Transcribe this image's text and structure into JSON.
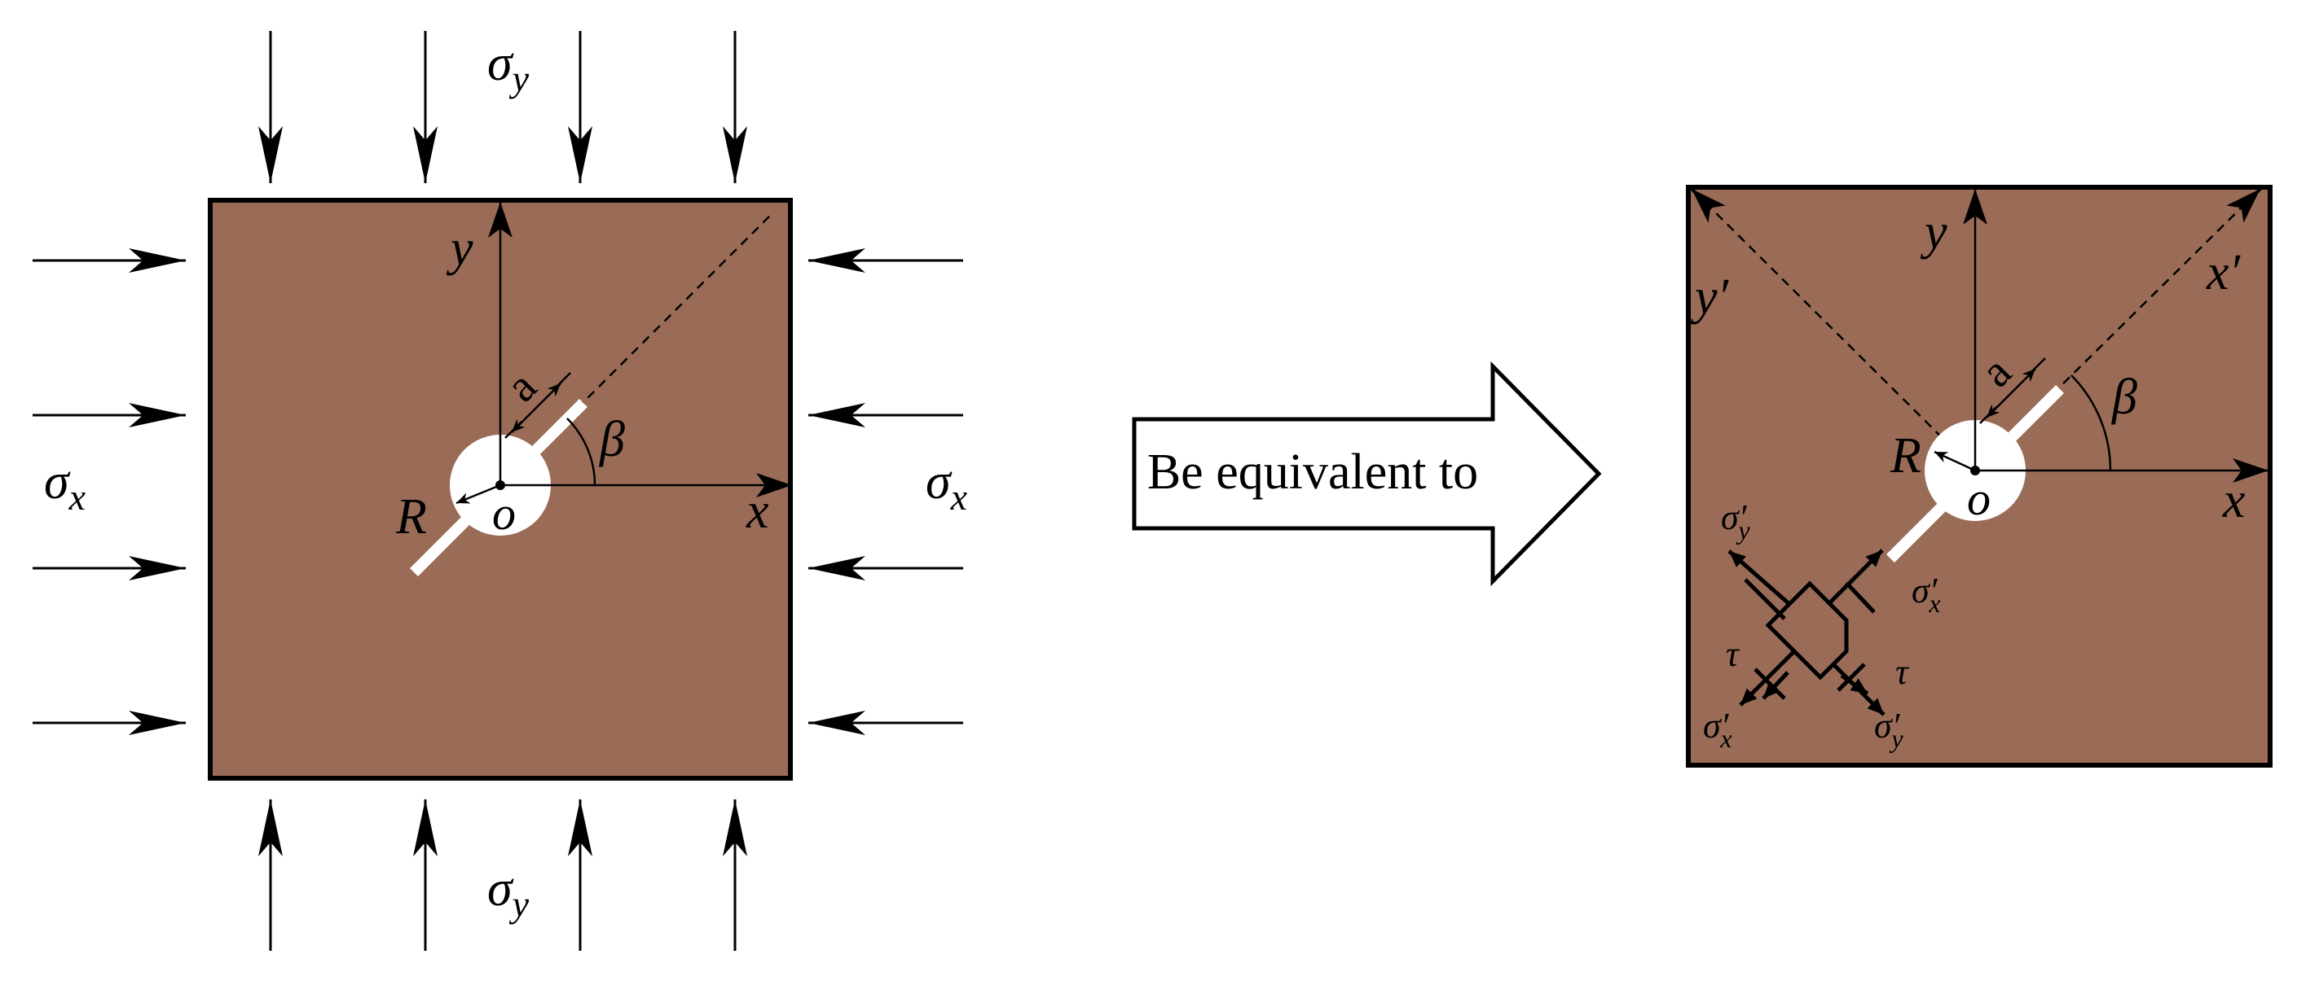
{
  "colors": {
    "plate": "#9a6c57",
    "stroke": "#000000",
    "hole": "#ffffff",
    "background": "#ffffff"
  },
  "left": {
    "sigma_y_top": {
      "base": "σ",
      "sub": "y"
    },
    "sigma_y_bottom": {
      "base": "σ",
      "sub": "y"
    },
    "sigma_x_left": {
      "base": "σ",
      "sub": "x"
    },
    "sigma_x_right": {
      "base": "σ",
      "sub": "x"
    },
    "axis_y": "y",
    "axis_x": "x",
    "origin": "o",
    "radius": "R",
    "angle": "β",
    "crack_length": "a"
  },
  "arrow_label": "Be equivalent to",
  "right": {
    "axis_y": "y",
    "axis_x": "x",
    "axis_y_prime": "y′",
    "axis_x_prime": "x′",
    "origin": "o",
    "radius": "R",
    "angle": "β",
    "crack_length": "a",
    "sigma_y_prime_upper": {
      "base": "σ′",
      "sub": "y"
    },
    "sigma_x_prime_upper": {
      "base": "σ′",
      "sub": "x"
    },
    "sigma_x_prime_lower": {
      "base": "σ′",
      "sub": "x"
    },
    "sigma_y_prime_lower": {
      "base": "σ′",
      "sub": "y"
    },
    "tau_left": "τ",
    "tau_right": "τ"
  }
}
